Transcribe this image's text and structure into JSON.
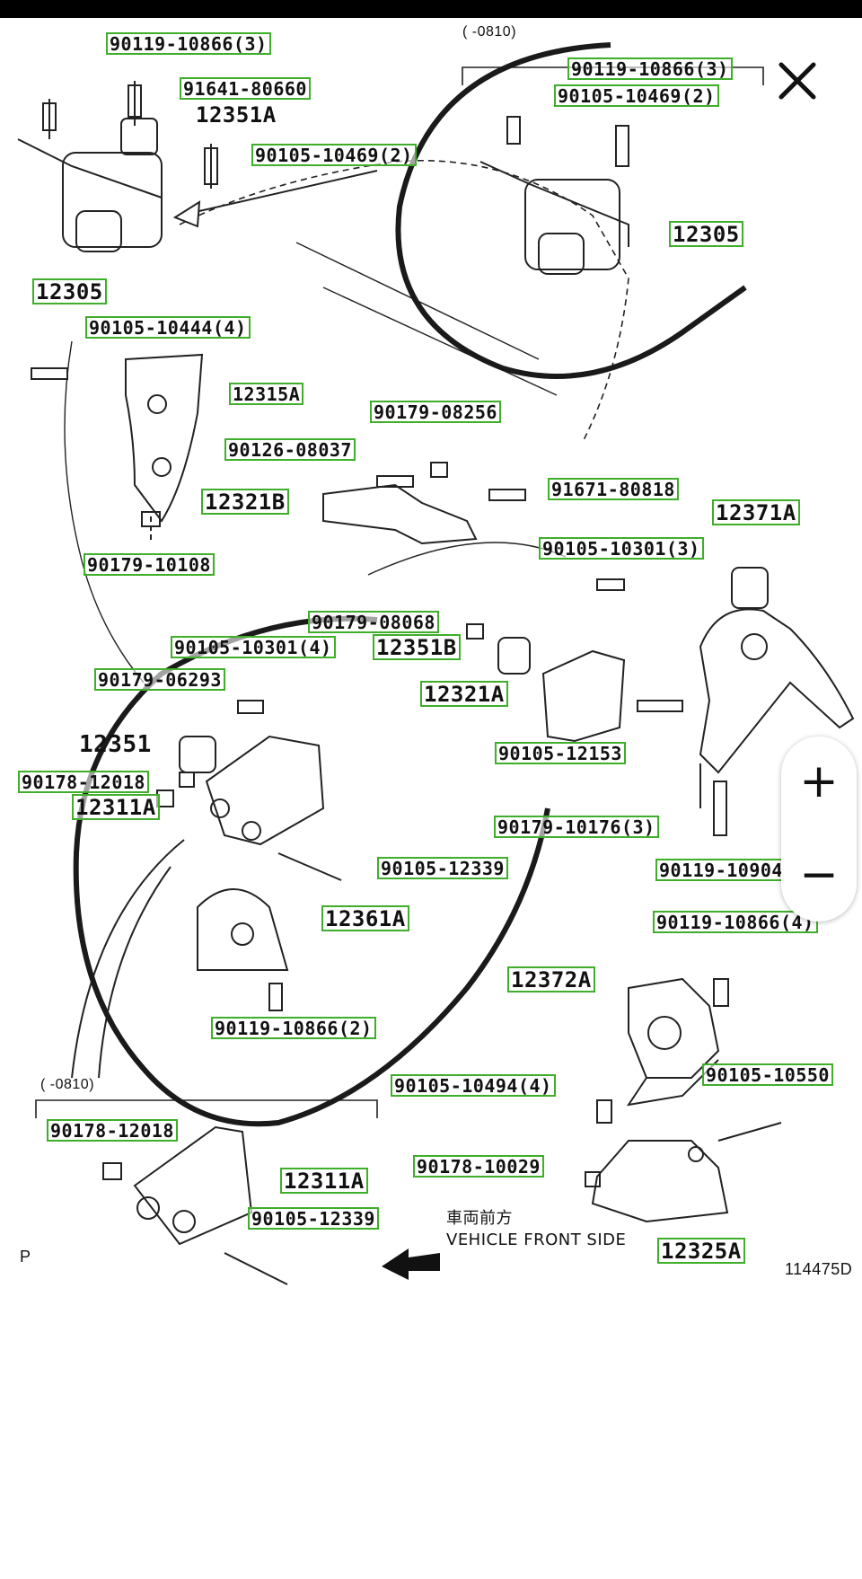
{
  "diagram": {
    "parts": {
      "p_90119_10866_3_a": "90119-10866(3)",
      "p_91641_80660": "91641-80660",
      "p_12351A": "12351A",
      "p_90105_10469_2_a": "90105-10469(2)",
      "p_12305_a": "12305",
      "p_range_top": "(      -0810)",
      "p_90119_10866_3_b": "90119-10866(3)",
      "p_90105_10469_2_b": "90105-10469(2)",
      "p_12305_b": "12305",
      "p_90105_10444_4": "90105-10444(4)",
      "p_12315A": "12315A",
      "p_90179_08256": "90179-08256",
      "p_90126_08037": "90126-08037",
      "p_12321B": "12321B",
      "p_91671_80818": "91671-80818",
      "p_90179_10108": "90179-10108",
      "p_12371A": "12371A",
      "p_90105_10301_3": "90105-10301(3)",
      "p_90179_08068": "90179-08068",
      "p_12351B": "12351B",
      "p_90105_10301_4": "90105-10301(4)",
      "p_90179_06293": "90179-06293",
      "p_12321A": "12321A",
      "p_12351": "12351",
      "p_90178_12018_a": "90178-12018",
      "p_12311A_a": "12311A",
      "p_90105_12153": "90105-12153",
      "p_90179_10176_3": "90179-10176(3)",
      "p_90105_12339_a": "90105-12339",
      "p_90119_10904": "90119-10904",
      "p_12361A": "12361A",
      "p_90119_10866_4": "90119-10866(4)",
      "p_12372A": "12372A",
      "p_90119_10866_2": "90119-10866(2)",
      "p_range_bottom": "(      -0810)",
      "p_90105_10494_4": "90105-10494(4)",
      "p_90105_10550": "90105-10550",
      "p_90178_12018_b": "90178-12018",
      "p_12311A_b": "12311A",
      "p_90178_10029": "90178-10029",
      "p_90105_12339_b": "90105-12339",
      "p_12325A": "12325A",
      "p_P": "P",
      "p_vehicle_front_jp": "車両前方",
      "p_vehicle_front_en": "VEHICLE FRONT SIDE",
      "p_ref": "114475D"
    }
  },
  "controls": {
    "close_icon": "close-icon",
    "zoom_in_label": "+",
    "zoom_out_label": "−"
  },
  "colors": {
    "highlight_box": "#3fae2a",
    "ink": "#111111",
    "status_bar": "#000000"
  }
}
